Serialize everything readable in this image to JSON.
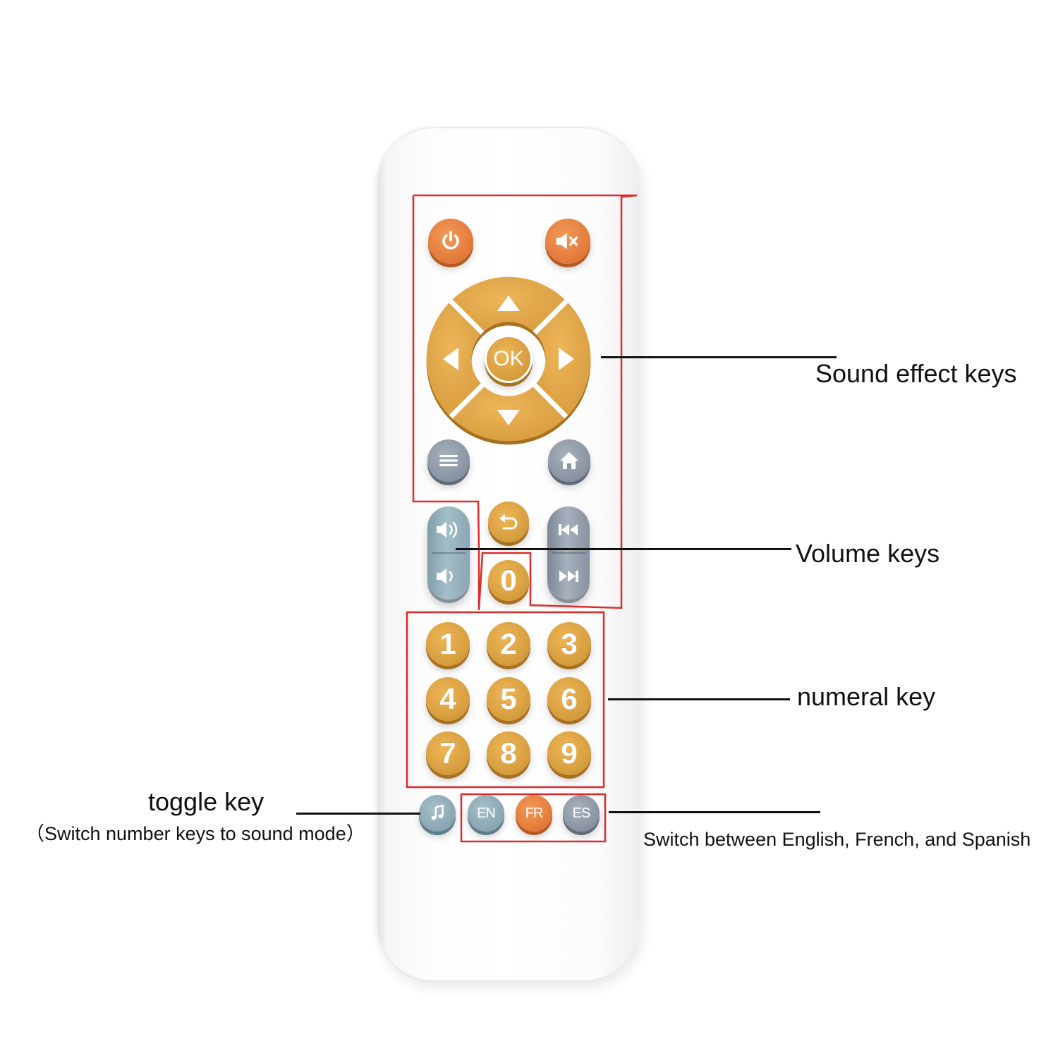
{
  "colors": {
    "key_gold": "#d8a040",
    "key_orange": "#e37b3b",
    "key_gray": "#8a94a2",
    "key_blue": "#8aa7b3",
    "highlight_outline": "#e02a2a",
    "leader_line": "#111111"
  },
  "remote": {
    "top_keys": {
      "power_icon": "power-icon",
      "mute_icon": "mute-icon"
    },
    "dpad": {
      "ok_label": "OK",
      "icons": [
        "arrow-up-icon",
        "arrow-down-icon",
        "arrow-left-icon",
        "arrow-right-icon"
      ]
    },
    "nav_keys": {
      "menu_icon": "menu-icon",
      "home_icon": "home-icon",
      "back_icon": "back-icon"
    },
    "volume_keys": [
      "volume-up-icon",
      "volume-down-icon"
    ],
    "track_keys": [
      "previous-track-icon",
      "next-track-icon"
    ],
    "zero_key": "0",
    "number_keys": [
      "1",
      "2",
      "3",
      "4",
      "5",
      "6",
      "7",
      "8",
      "9"
    ],
    "toggle_icon": "music-note-icon",
    "language_keys": [
      "EN",
      "FR",
      "ES"
    ]
  },
  "annotations": {
    "sound_effect": "Sound effect keys",
    "volume": "Volume keys",
    "numeral": "numeral key",
    "toggle_title": "toggle key",
    "toggle_subtitle": "（Switch number keys to sound mode）",
    "language": "Switch between English, French, and Spanish"
  }
}
